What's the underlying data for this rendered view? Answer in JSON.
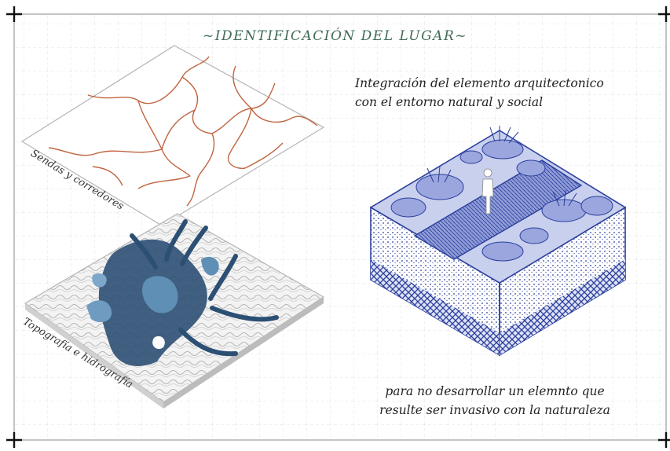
{
  "title": "~IDENTIFICACIÓN DEL LUGAR~",
  "subtitle": {
    "line1": "Integración del elemento arquitectonico",
    "line2": "con el entorno natural y social"
  },
  "caption": {
    "line1": "para no desarrollar un elemnto que",
    "line2": "resulte ser invasivo con la naturaleza"
  },
  "layers": {
    "top_label": "Sendas y corredores",
    "bottom_label": "Topografía e hidrografía"
  },
  "colors": {
    "title": "#3f6b55",
    "paths": "#c0643f",
    "water": "#2c4f74",
    "block": "#2b3f9e"
  }
}
